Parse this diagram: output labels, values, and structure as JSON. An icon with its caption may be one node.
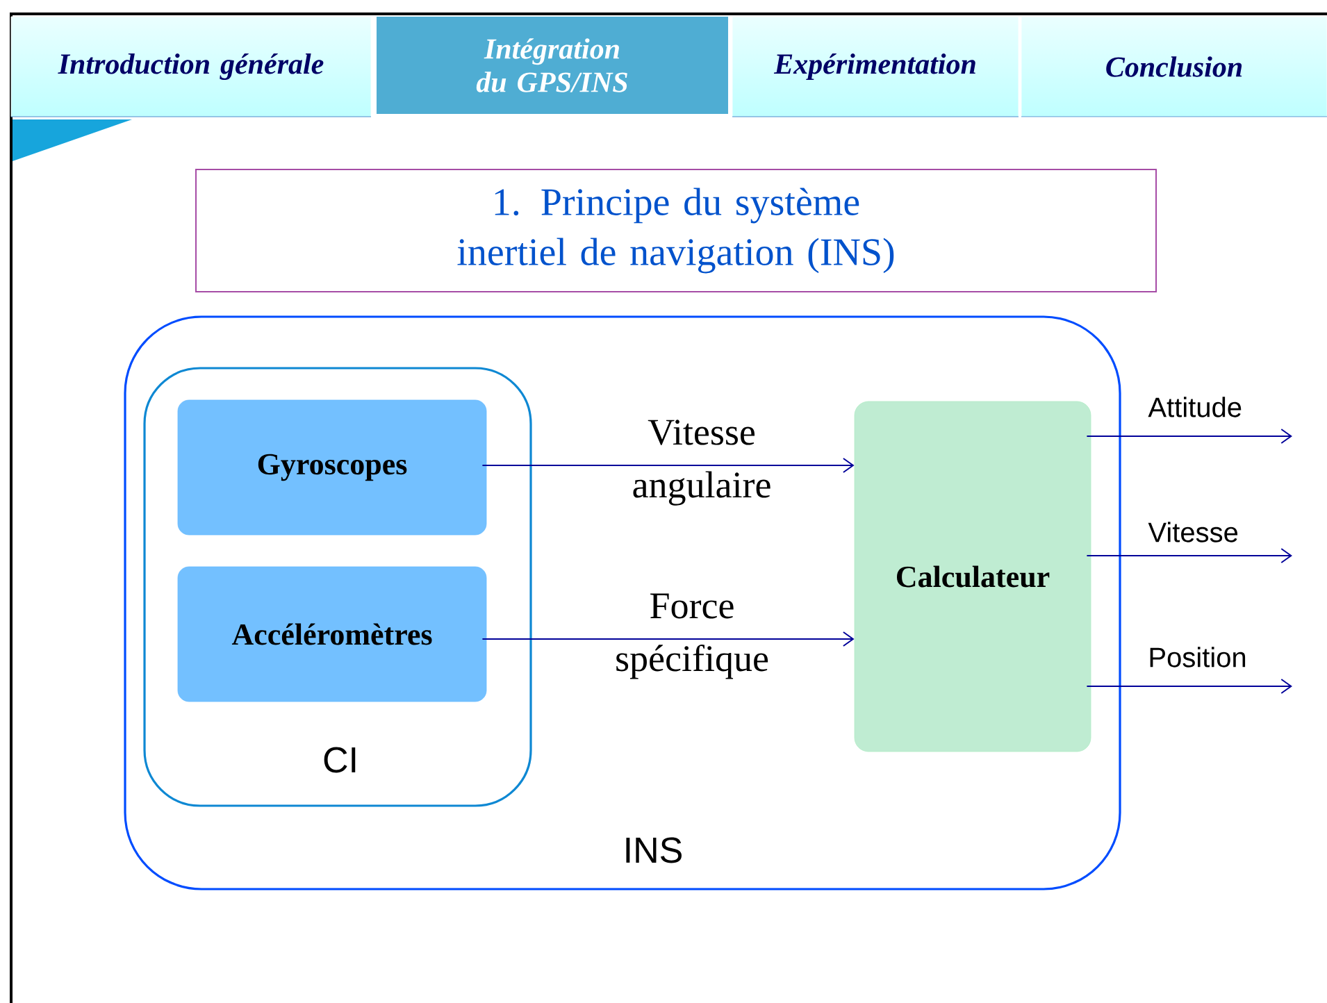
{
  "diagram": {
    "nodes": [
      {
        "text": [
          "Introduction générale"
        ]
      },
      {
        "text": [
          "Intégration du GPS/INS"
        ]
      },
      {
        "text": [
          "Expérimentation"
        ]
      },
      {
        "text": [
          "Conclusion"
        ]
      },
      {
        "text": [
          "1. Principe du système inertiel de navigation (INS)"
        ]
      },
      {
        "text": [
          "INS"
        ]
      },
      {
        "text": [
          "CI"
        ],
        "in": 5
      },
      {
        "text": [
          "Gyroscopes"
        ],
        "in": 6
      },
      {
        "text": [
          "Accéléromètres"
        ],
        "in": 6
      },
      {
        "text": [
          "Calculateur"
        ],
        "in": 5
      }
    ],
    "edges": [
      {
        "from": 7,
        "to": 9,
        "arrow": "to",
        "label": "Vitesse angulaire"
      },
      {
        "from": 8,
        "to": 9,
        "arrow": "to",
        "label": "Force spécifique"
      },
      {
        "from": 9,
        "to": null,
        "arrow": "to",
        "label": "Attitude"
      },
      {
        "from": 9,
        "to": null,
        "arrow": "to",
        "label": "Vitesse"
      },
      {
        "from": 9,
        "to": null,
        "arrow": "to",
        "label": "Position"
      }
    ]
  }
}
